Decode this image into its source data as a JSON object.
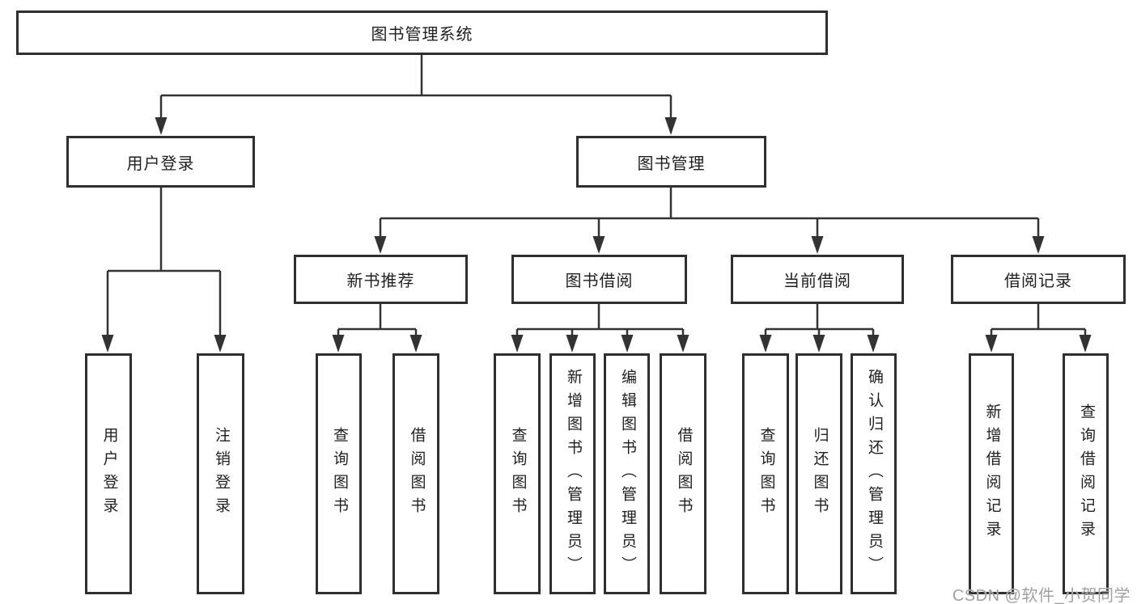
{
  "diagram": {
    "root": "图书管理系统",
    "level2": [
      "用户登录",
      "图书管理"
    ],
    "level3": [
      "新书推荐",
      "图书借阅",
      "当前借阅",
      "借阅记录"
    ],
    "leaves_login": [
      "用户登录",
      "注销登录"
    ],
    "leaves_newbook": [
      "查询图书",
      "借阅图书"
    ],
    "leaves_borrow": [
      "查询图书",
      "新增图书（管理员）",
      "编辑图书（管理员）",
      "借阅图书"
    ],
    "leaves_current": [
      "查询图书",
      "归还图书",
      "确认归还（管理员）"
    ],
    "leaves_record": [
      "新增借阅记录",
      "查询借阅记录"
    ]
  },
  "watermark": "CSDN @软件_小贺同学",
  "colors": {
    "line": "#333333",
    "box_border": "#2f2f2f",
    "text": "#1f1f1f",
    "watermark": "#a0a0a0",
    "background": "#ffffff"
  }
}
